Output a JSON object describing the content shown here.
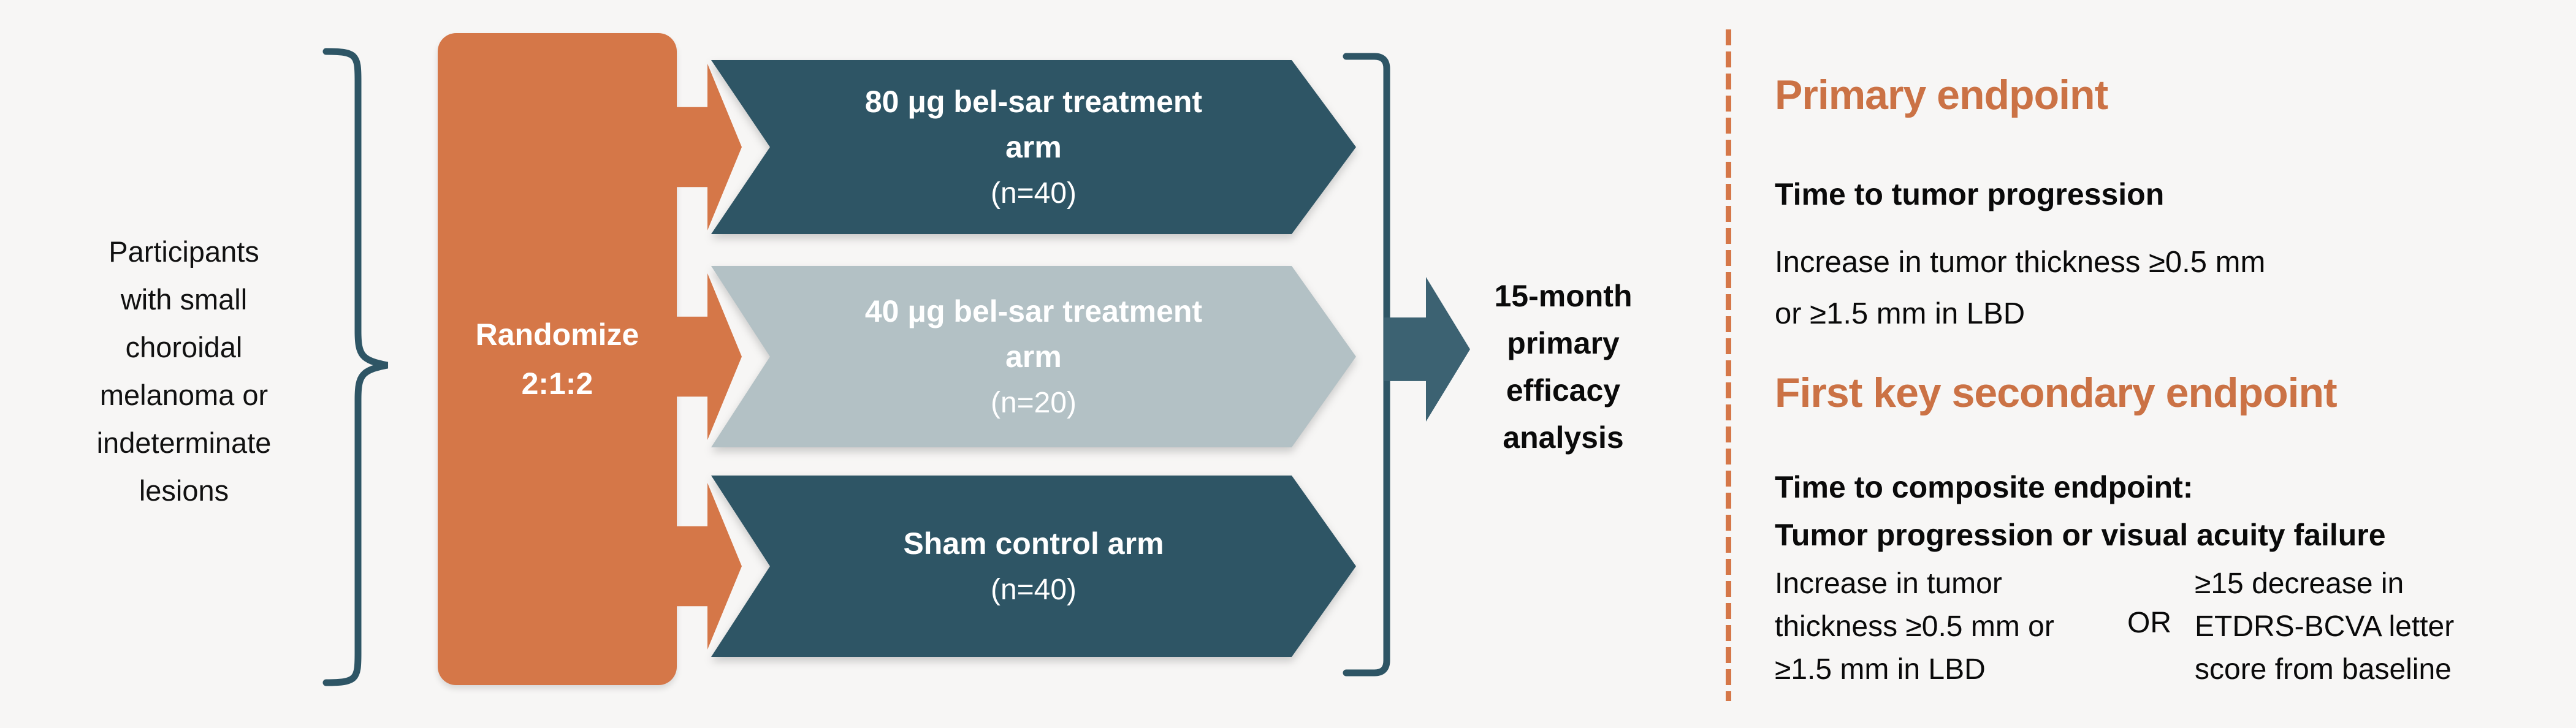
{
  "colors": {
    "bg": "#f7f6f5",
    "orange": "#d57748",
    "orange-text": "#cb7245",
    "teal": "#2e5565",
    "teal-light": "#b3c1c5",
    "arrow-teal": "#3c6272",
    "ink": "#101010"
  },
  "cohort": {
    "label_lines": [
      "Participants",
      "with small",
      "choroidal",
      "melanoma or",
      "indeterminate",
      "lesions"
    ]
  },
  "randomize": {
    "label_lines": [
      "Randomize",
      "2:1:2"
    ]
  },
  "arms": [
    {
      "title_lines": [
        "80 μg bel-sar treatment",
        "arm"
      ],
      "n": "(n=40)",
      "variant": "dark"
    },
    {
      "title_lines": [
        "40 μg bel-sar treatment",
        "arm"
      ],
      "n": "(n=20)",
      "variant": "light"
    },
    {
      "title_lines": [
        "Sham control arm"
      ],
      "n": "(n=40)",
      "variant": "dark"
    }
  ],
  "analysis": {
    "label_lines": [
      "15-month",
      "primary",
      "efficacy",
      "analysis"
    ]
  },
  "endpoints": {
    "primary": {
      "heading": "Primary endpoint",
      "subheading": "Time to tumor progression",
      "body_lines": [
        "Increase in tumor thickness ≥0.5 mm",
        "or ≥1.5 mm in LBD"
      ]
    },
    "secondary": {
      "heading": "First key secondary endpoint",
      "subheading_lines": [
        "Time to composite endpoint:",
        "Tumor progression or visual acuity failure"
      ],
      "option1_lines": [
        "Increase in tumor",
        "thickness ≥0.5 mm or",
        "≥1.5 mm in LBD"
      ],
      "connector": "OR",
      "option2_lines": [
        "≥15 decrease in",
        "ETDRS-BCVA letter",
        "score from baseline"
      ]
    }
  }
}
